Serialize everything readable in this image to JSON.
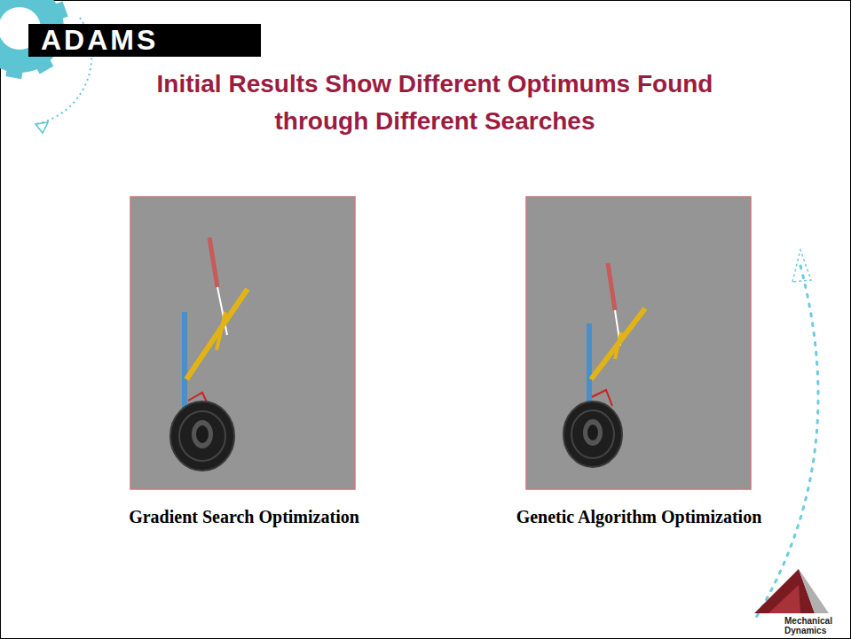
{
  "diagram": {
    "title": "Initial Results Show Different Optimums Found through Different Searches",
    "labels": [
      "ADAMS",
      "Gradient Search Optimization",
      "Genetic Algorithm Optimization",
      "Mechanical Dynamics"
    ]
  }
}
